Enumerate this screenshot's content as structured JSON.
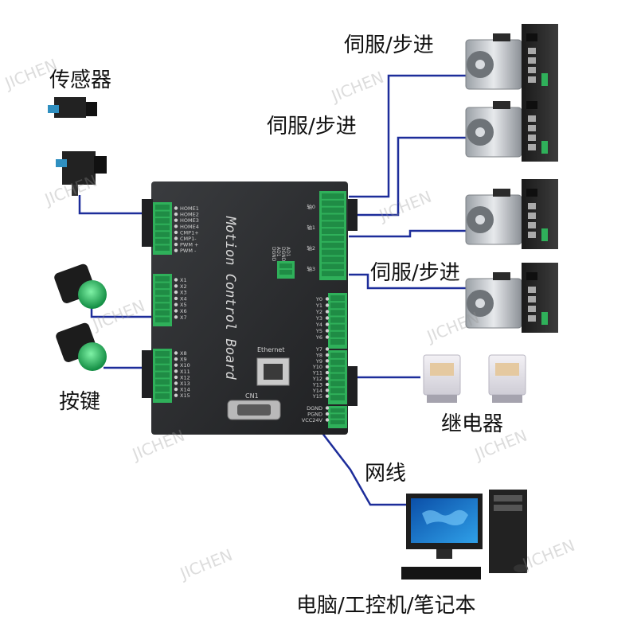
{
  "labels": {
    "servo_1": "伺服/步进",
    "servo_2": "伺服/步进",
    "servo_3": "伺服/步进",
    "sensor": "传感器",
    "button": "按键",
    "relay": "继电器",
    "network_cable": "网线",
    "computer": "电脑/工控机/笔记本"
  },
  "board": {
    "title": "Motion Control Board",
    "ethernet_label": "Ethernet",
    "cn1_label": "CN1",
    "home_pins": [
      "HOME1",
      "HOME2",
      "HOME3",
      "HOME4",
      "CMP1+",
      "CMP1-",
      "PWM +",
      "PWM -"
    ],
    "input_pins_a": [
      "X1",
      "X2",
      "X3",
      "X4",
      "X5",
      "X6",
      "X7"
    ],
    "input_pins_b": [
      "X8",
      "X9",
      "X10",
      "X11",
      "X12",
      "X13",
      "X14",
      "X15"
    ],
    "output_pins_a": [
      "Y0",
      "Y1",
      "Y2",
      "Y3",
      "Y4",
      "Y5",
      "Y6"
    ],
    "output_pins_b": [
      "Y7",
      "Y8",
      "Y9",
      "Y10",
      "Y11",
      "Y12",
      "Y13",
      "Y14",
      "Y15"
    ],
    "power_pins": [
      "DGND",
      "PGND",
      "VCC24V"
    ],
    "dac_pins": [
      "DGND",
      "AD1",
      "DGND",
      "AD1"
    ],
    "axis_labels": [
      "轴0",
      "轴1",
      "轴2",
      "轴3"
    ]
  },
  "watermark": "JICHEN",
  "colors": {
    "wire": "#1d2d9a",
    "board": "#2a2c2e",
    "terminal": "#2fb05a",
    "led": "#1fb85a"
  }
}
